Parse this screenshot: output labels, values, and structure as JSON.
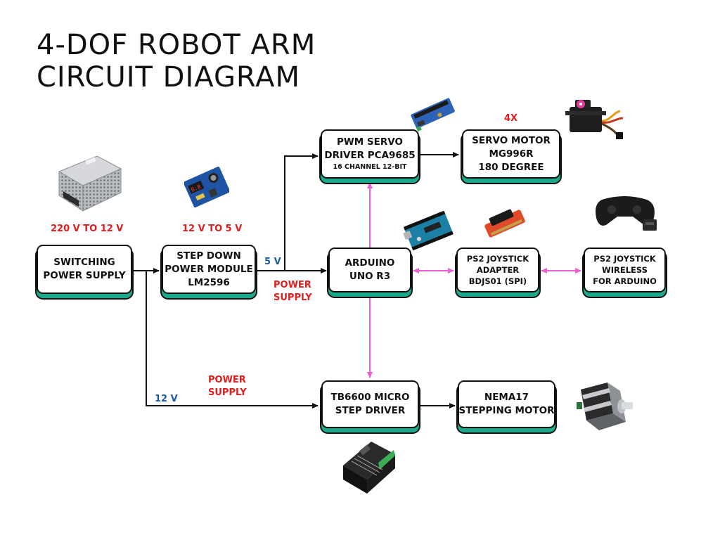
{
  "title": {
    "line1": "4-DOF ROBOT ARM",
    "line2": "CIRCUIT DIAGRAM"
  },
  "boxes": {
    "switching": {
      "l1": "SWITCHING",
      "l2": "POWER SUPPLY"
    },
    "stepdown": {
      "l1": "STEP DOWN",
      "l2": "POWER MODULE",
      "l3": "LM2596"
    },
    "pwm": {
      "l1": "PWM SERVO",
      "l2": "DRIVER PCA9685",
      "l3": "16 CHANNEL 12-BIT"
    },
    "servo": {
      "l1": "SERVO MOTOR",
      "l2": "MG996R",
      "l3": "180 DEGREE"
    },
    "arduino": {
      "l1": "ARDUINO",
      "l2": "UNO R3"
    },
    "ps2adapter": {
      "l1": "PS2 JOYSTICK",
      "l2": "ADAPTER",
      "l3": "BDJS01 (SPI)"
    },
    "ps2wireless": {
      "l1": "PS2 JOYSTICK",
      "l2": "WIRELESS",
      "l3": "FOR ARDUINO"
    },
    "tb6600": {
      "l1": "TB6600 MICRO",
      "l2": "STEP DRIVER"
    },
    "nema": {
      "l1": "NEMA17",
      "l2": "STEPPING MOTOR"
    }
  },
  "labels": {
    "v220": "220 V TO 12 V",
    "v12to5": "12 V TO 5 V",
    "qty4x": "4X",
    "v5": "5 V",
    "power1_l1": "POWER",
    "power1_l2": "SUPPLY",
    "power2_l1": "POWER",
    "power2_l2": "SUPPLY",
    "v12": "12 V"
  },
  "colors": {
    "accent_green": "#1aa98a",
    "label_red": "#e11d1d",
    "label_blue": "#1f5ca8",
    "wire_black": "#111111",
    "wire_pink": "#ee5fd0"
  }
}
